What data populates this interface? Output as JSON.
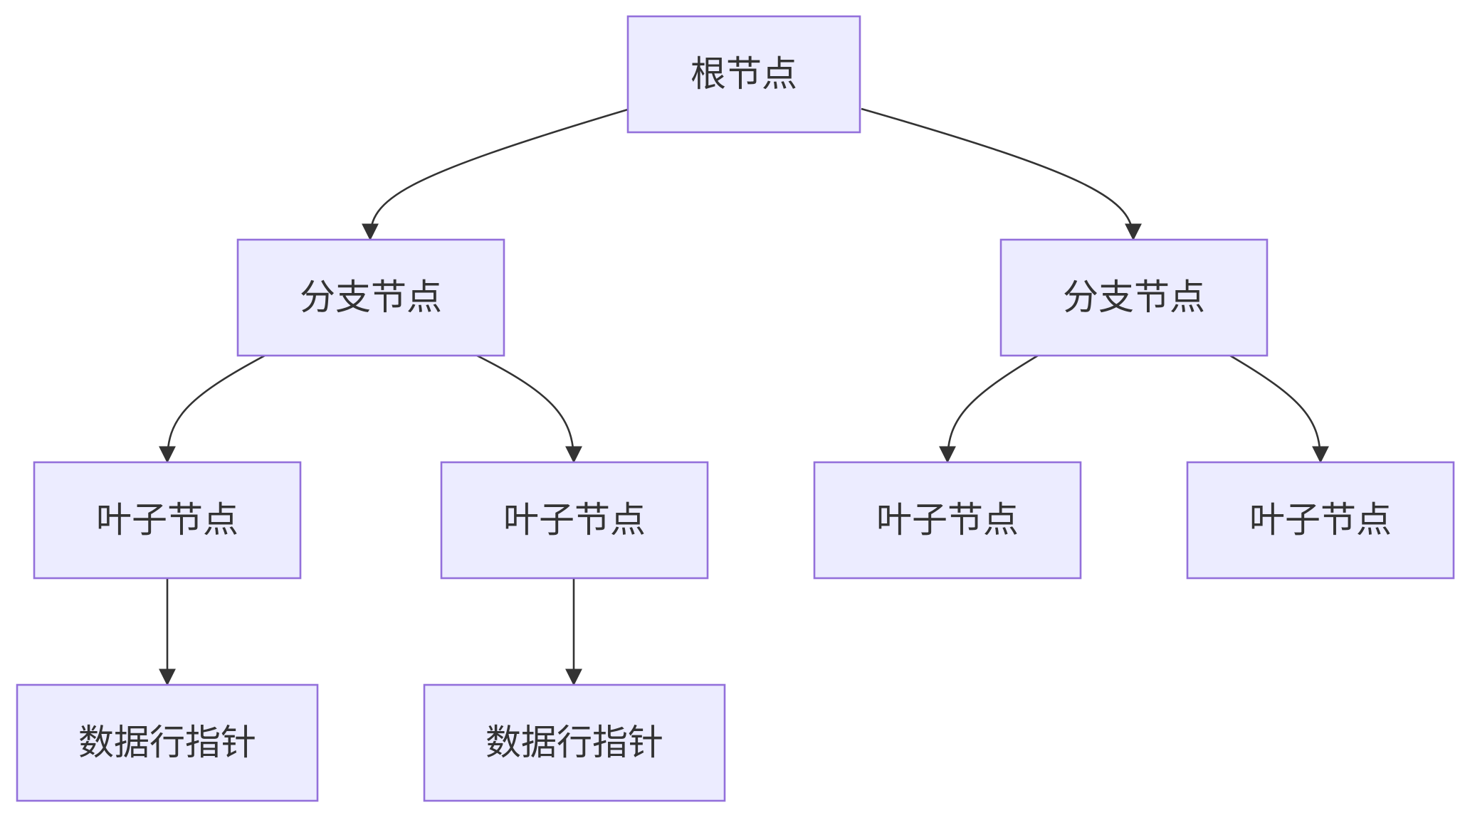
{
  "diagram": {
    "nodes": {
      "root": {
        "label": "根节点"
      },
      "branch_left": {
        "label": "分支节点"
      },
      "branch_right": {
        "label": "分支节点"
      },
      "leaf_1": {
        "label": "叶子节点"
      },
      "leaf_2": {
        "label": "叶子节点"
      },
      "leaf_3": {
        "label": "叶子节点"
      },
      "leaf_4": {
        "label": "叶子节点"
      },
      "data_1": {
        "label": "数据行指针"
      },
      "data_2": {
        "label": "数据行指针"
      }
    },
    "edges": [
      {
        "from": "root",
        "to": "branch_left"
      },
      {
        "from": "root",
        "to": "branch_right"
      },
      {
        "from": "branch_left",
        "to": "leaf_1"
      },
      {
        "from": "branch_left",
        "to": "leaf_2"
      },
      {
        "from": "branch_right",
        "to": "leaf_3"
      },
      {
        "from": "branch_right",
        "to": "leaf_4"
      },
      {
        "from": "leaf_1",
        "to": "data_1"
      },
      {
        "from": "leaf_2",
        "to": "data_2"
      }
    ],
    "colors": {
      "node_fill": "#ececff",
      "node_border": "#9370db",
      "edge": "#333333",
      "text": "#333333"
    }
  }
}
